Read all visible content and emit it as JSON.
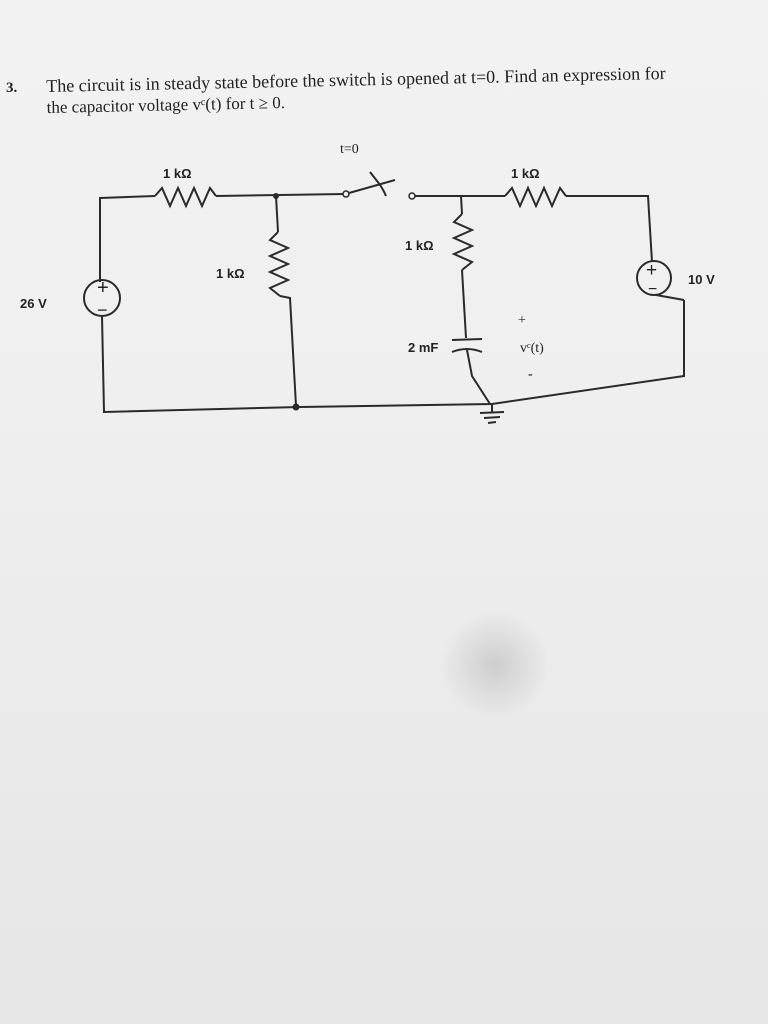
{
  "problem": {
    "number": "3.",
    "line1": "The circuit is in steady state before the switch is opened at t=0. Find an expression for",
    "line2": "the capacitor voltage vᶜ(t) for t ≥ 0."
  },
  "circuit": {
    "switch_label": "t=0",
    "r_top_left": "1 kΩ",
    "r_top_right": "1 kΩ",
    "r_shunt_left": "1 kΩ",
    "r_shunt_right": "1 kΩ",
    "capacitor": "2 mF",
    "source_left": "26 V",
    "source_right": "10 V",
    "vc_label": "vᶜ(t)",
    "vc_plus": "+",
    "vc_minus": "-",
    "src_plus": "+",
    "src_minus": "−"
  }
}
